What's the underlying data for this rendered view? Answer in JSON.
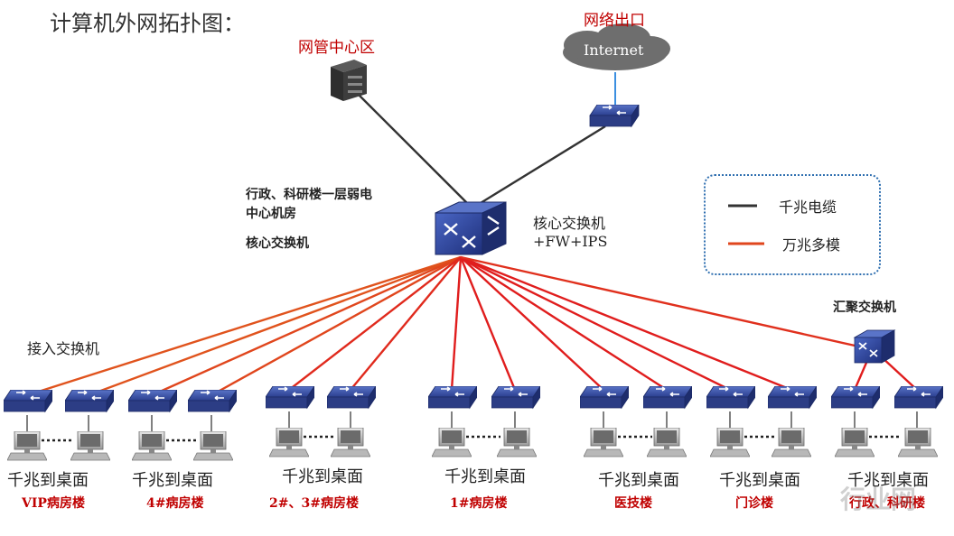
{
  "title": "计算机外网拓扑图：",
  "nodes": {
    "mgmt_label": "网管中心区",
    "exit_label": "网络出口",
    "internet_label": "Internet",
    "core_room": [
      "行政、科研楼一层弱电",
      "中心机房",
      "核心交换机"
    ],
    "core_switch": [
      "核心交换机",
      "+FW+IPS"
    ],
    "agg_switch": "汇聚交换机",
    "access_switch": "接入交换机"
  },
  "legend": {
    "gigabit": "千兆电缆",
    "ten_gig": "万兆多模",
    "colors": {
      "gigabit": "#333333",
      "ten_gig": "#e03020"
    }
  },
  "groups": [
    {
      "desk": "千兆到桌面",
      "building": "VIP病房楼"
    },
    {
      "desk": "千兆到桌面",
      "building": "4#病房楼"
    },
    {
      "desk": "千兆到桌面",
      "building": "2#、3#病房楼"
    },
    {
      "desk": "千兆到桌面",
      "building": "1#病房楼"
    },
    {
      "desk": "千兆到桌面",
      "building": "医技楼"
    },
    {
      "desk": "千兆到桌面",
      "building": "门诊楼"
    },
    {
      "desk": "千兆到桌面",
      "building": "行政、科研楼"
    }
  ],
  "watermark": "行业网"
}
